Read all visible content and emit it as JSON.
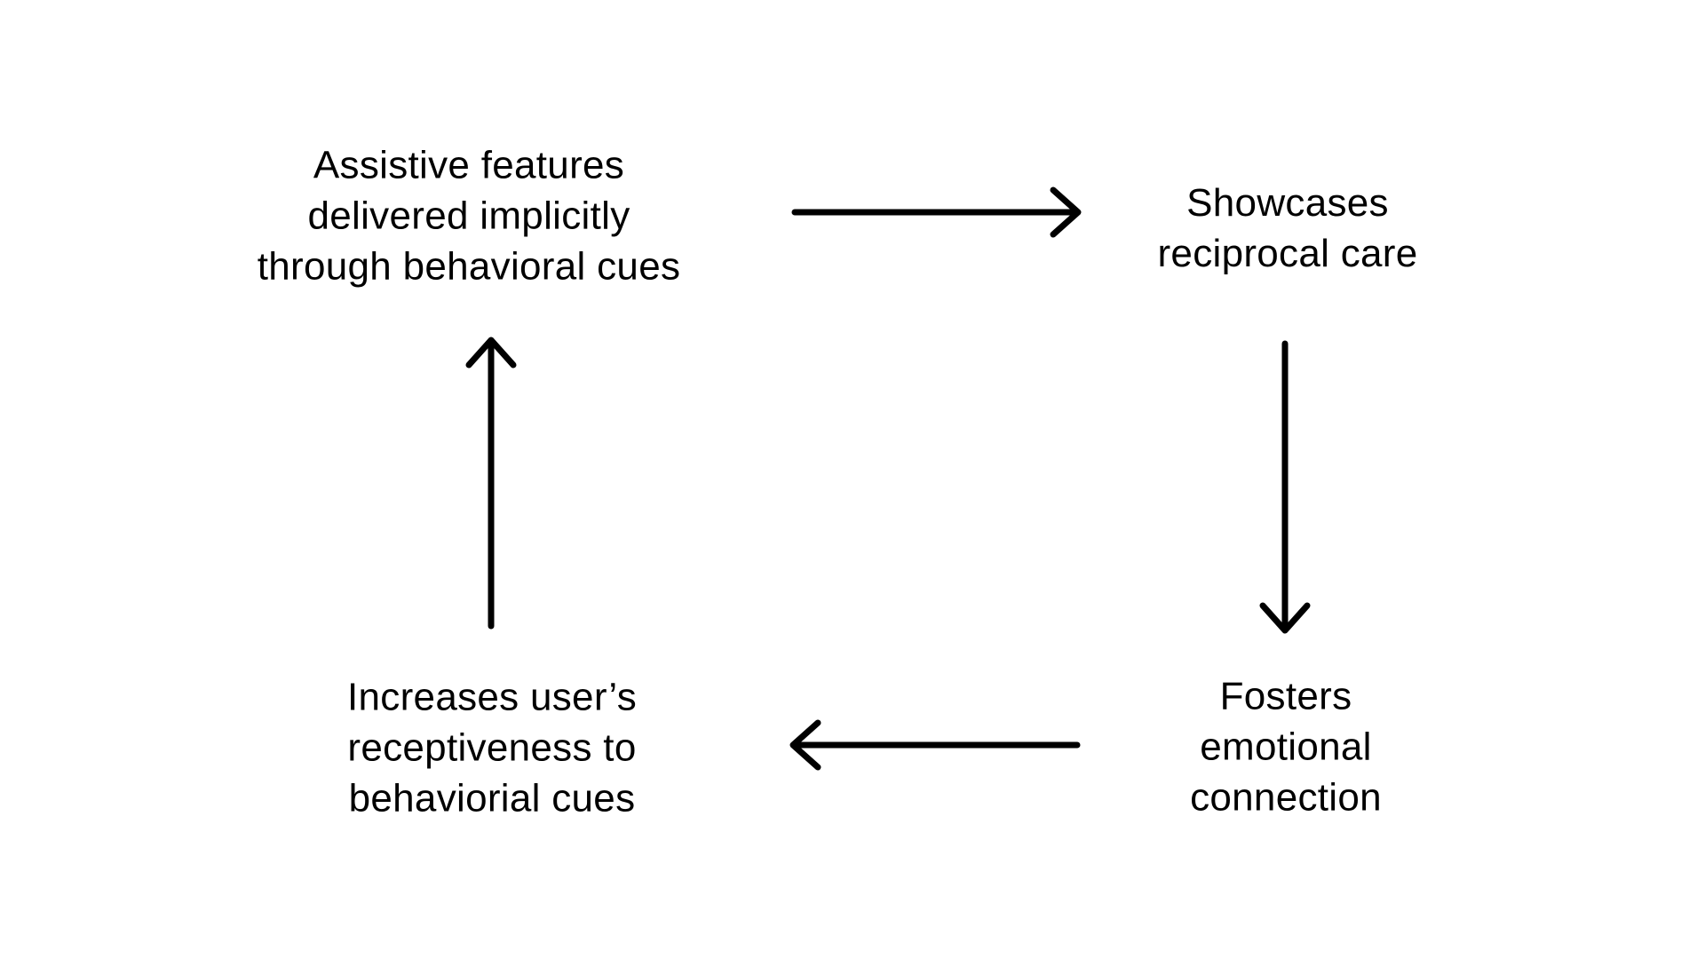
{
  "diagram": {
    "type": "cycle",
    "background_color": "#ffffff",
    "text_color": "#000000",
    "arrow_color": "#000000",
    "nodes": [
      {
        "id": "assistive-features",
        "position": "top-left",
        "text": "Assistive features\ndelivered implicitly\nthrough behavioral cues"
      },
      {
        "id": "showcases-reciprocal-care",
        "position": "top-right",
        "text": "Showcases\nreciprocal care"
      },
      {
        "id": "fosters-emotional-connection",
        "position": "bottom-right",
        "text": "Fosters\nemotional\nconnection"
      },
      {
        "id": "increases-receptiveness",
        "position": "bottom-left",
        "text": "Increases user’s\nreceptiveness to\nbehaviorial cues"
      }
    ],
    "edges": [
      {
        "from": "assistive-features",
        "to": "showcases-reciprocal-care",
        "direction": "right"
      },
      {
        "from": "showcases-reciprocal-care",
        "to": "fosters-emotional-connection",
        "direction": "down"
      },
      {
        "from": "fosters-emotional-connection",
        "to": "increases-receptiveness",
        "direction": "left"
      },
      {
        "from": "increases-receptiveness",
        "to": "assistive-features",
        "direction": "up"
      }
    ]
  }
}
